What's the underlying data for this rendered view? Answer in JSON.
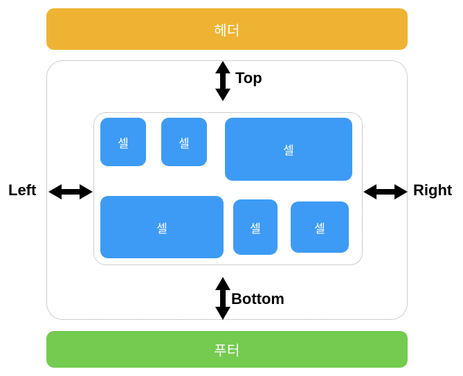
{
  "diagram": {
    "title": "Box model spacing diagram",
    "colors": {
      "header": "#efb334",
      "footer": "#74cb50",
      "cell": "#3d9bf5",
      "container_border": "#9a9a9a",
      "label_text": "#000000",
      "bar_text": "#ffffff",
      "background": "#ffffff"
    },
    "header": {
      "label": "헤더"
    },
    "footer": {
      "label": "푸터"
    },
    "spacing_labels": {
      "top": "Top",
      "bottom": "Bottom",
      "left": "Left",
      "right": "Right"
    },
    "arrows": {
      "top": "double-arrow-vertical-icon",
      "bottom": "double-arrow-vertical-icon",
      "left": "double-arrow-horizontal-icon",
      "right": "double-arrow-horizontal-icon"
    },
    "cells": [
      {
        "label": "셀"
      },
      {
        "label": "셀"
      },
      {
        "label": "셀"
      },
      {
        "label": "셀"
      },
      {
        "label": "셀"
      },
      {
        "label": "셀"
      }
    ]
  }
}
